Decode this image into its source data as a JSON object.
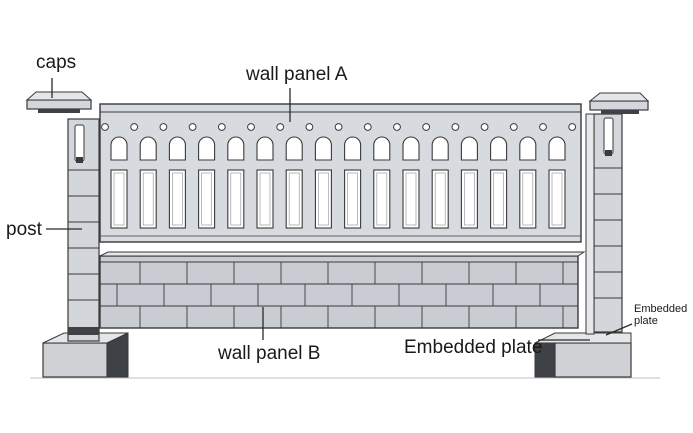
{
  "labels": {
    "caps": "caps",
    "wall_panel_a": "wall panel A",
    "post": "post",
    "wall_panel_b": "wall panel B",
    "embedded_plate_main": "Embedded plate",
    "embedded_plate_side_line1": "Embedded",
    "embedded_plate_side_line2": "plate"
  },
  "colors": {
    "stroke": "#3a3a3a",
    "panel_a_fill": "#d7dadf",
    "panel_a_window": "#ffffff",
    "brick_fill": "#c9ccd2",
    "post_fill": "#d3d6db",
    "base_fill": "#cfd1d4",
    "base_shadow": "#3e4146"
  }
}
